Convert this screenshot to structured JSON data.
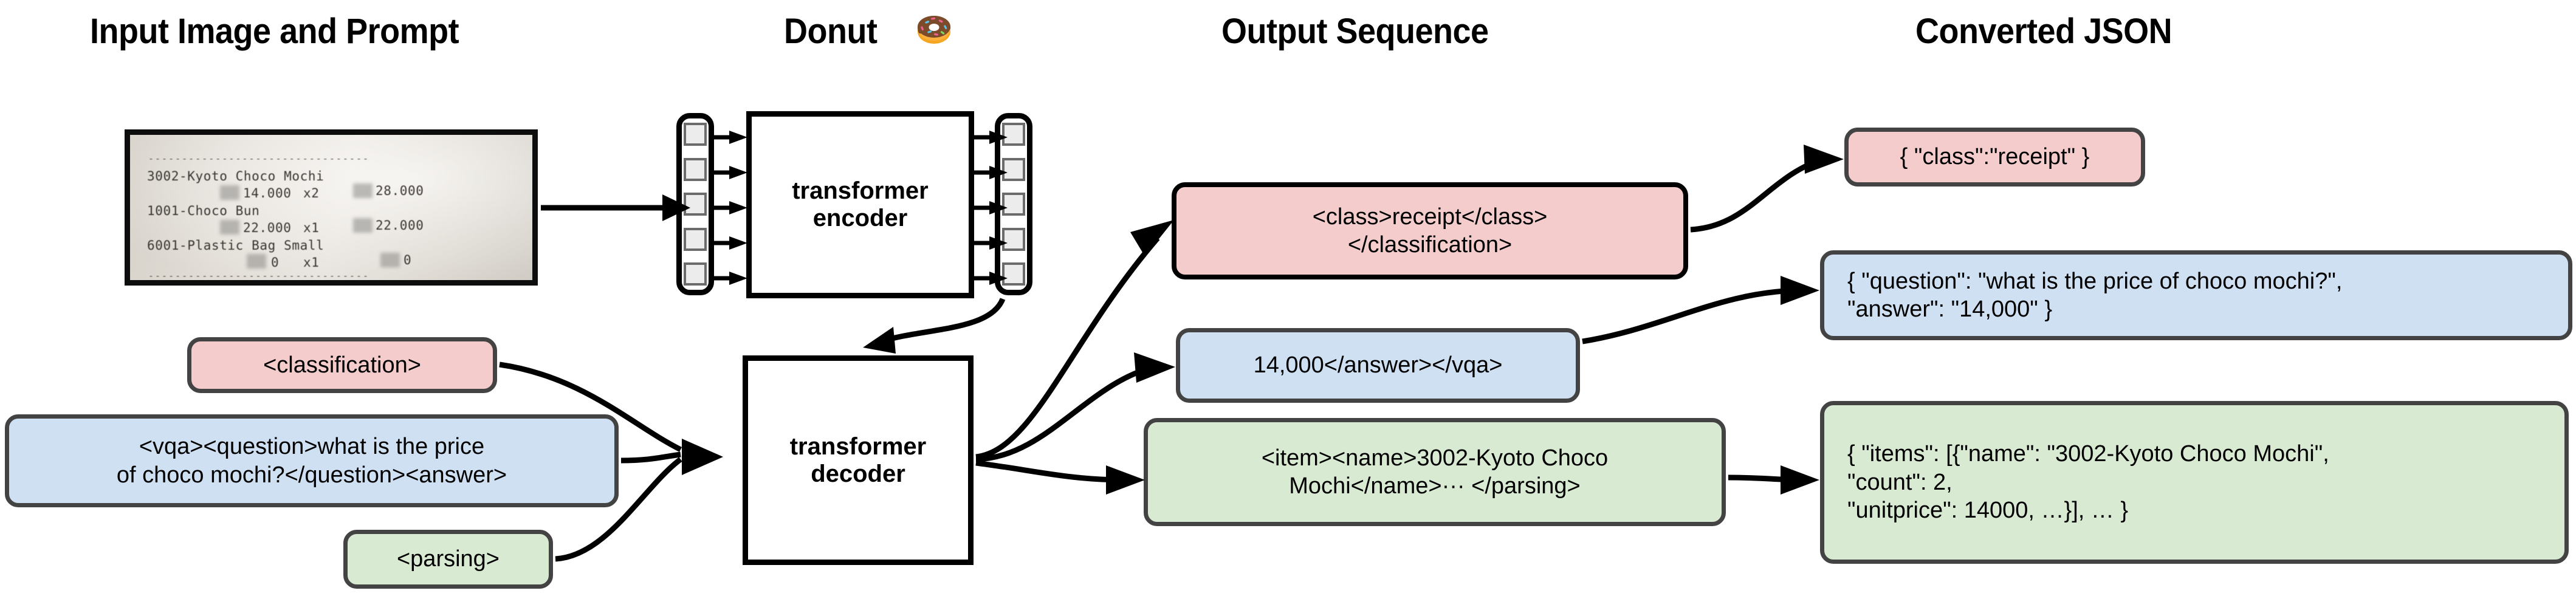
{
  "columns": {
    "input": "Input Image and Prompt",
    "model": "Donut",
    "output": "Output Sequence",
    "json": "Converted JSON"
  },
  "icons": {
    "donut": "donut-icon"
  },
  "receipt": {
    "name": "receipt-photo",
    "top_rule": "---------------------------------",
    "bottom_rule": "---------------------------------",
    "lines": [
      {
        "name": "3002-Kyoto Choco Mochi"
      },
      {
        "unitprice": "14.000",
        "count": "x2",
        "total": "28.000"
      },
      {
        "name": "1001-Choco Bun"
      },
      {
        "unitprice": "22.000",
        "count": "x1",
        "total": "22.000"
      },
      {
        "name": "6001-Plastic Bag Small"
      },
      {
        "unitprice": "0",
        "count": "x1",
        "total": "0"
      }
    ]
  },
  "model": {
    "encoder_label": "transformer\nencoder",
    "decoder_label": "transformer\ndecoder",
    "encoder_input_tokens": 5,
    "encoder_output_tokens": 5
  },
  "prompts": [
    {
      "id": "classification",
      "text": "<classification>",
      "color": "#f4cccc"
    },
    {
      "id": "vqa",
      "text": "<vqa><question>what is the price\nof choco mochi?</question><answer>",
      "color": "#cfe0f3"
    },
    {
      "id": "parsing",
      "text": "<parsing>",
      "color": "#d9ead3"
    }
  ],
  "output_sequence": [
    {
      "id": "classification-out",
      "text": "<class>receipt</class>\n</classification>",
      "color": "#f4cccc"
    },
    {
      "id": "vqa-out",
      "text": "14,000</answer></vqa>",
      "color": "#cfe0f3"
    },
    {
      "id": "parsing-out",
      "text": "<item><name>3002-Kyoto Choco\nMochi</name>··· </parsing>",
      "color": "#d9ead3"
    }
  ],
  "converted_json": [
    {
      "id": "classification-json",
      "text": "{ \"class\":\"receipt\" }",
      "color": "#f4cccc"
    },
    {
      "id": "vqa-json",
      "text": "{ \"question\": \"what is the price of choco mochi?\",\n   \"answer\": \"14,000\" }",
      "color": "#cfe0f3"
    },
    {
      "id": "parsing-json",
      "text": "{ \"items\": [{\"name\": \"3002-Kyoto Choco Mochi\",\n     \"count\": 2,\n     \"unitprice\": 14000, …}], … }",
      "color": "#d9ead3"
    }
  ],
  "palette": {
    "pink": "#f4cccc",
    "blue": "#cfe0f3",
    "green": "#d9ead3",
    "border_dark": "#434343",
    "border_black": "#000000",
    "token_fill": "#ececec",
    "token_border": "#6b6b6b"
  }
}
